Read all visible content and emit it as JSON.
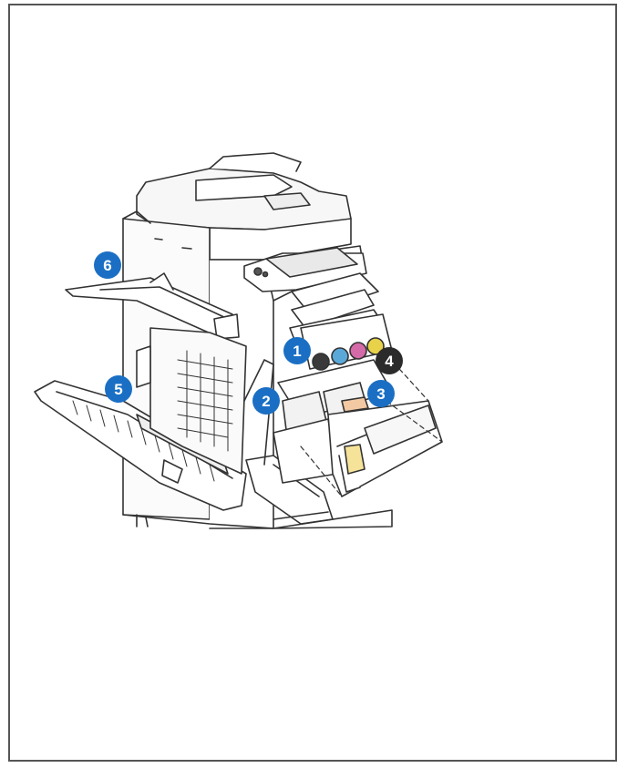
{
  "callouts": [
    {
      "id": "1",
      "color": "#1a6fc4"
    },
    {
      "id": "2",
      "color": "#1a6fc4"
    },
    {
      "id": "3",
      "color": "#1a6fc4"
    },
    {
      "id": "4",
      "color": "#2b2b2b"
    },
    {
      "id": "5",
      "color": "#1a6fc4"
    },
    {
      "id": "6",
      "color": "#1a6fc4"
    }
  ],
  "toner_colors": [
    "#3a3a3a",
    "#5aa8d8",
    "#d46aa8",
    "#e8d24a"
  ],
  "line_color": "#333333"
}
